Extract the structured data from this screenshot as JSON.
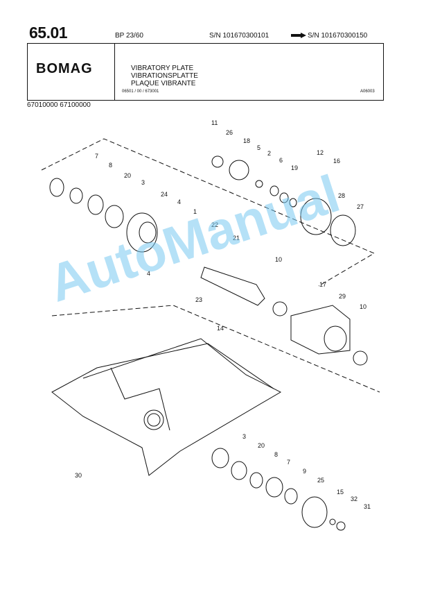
{
  "header": {
    "page_number": "65.01",
    "model": "BP 23/60",
    "serial_from": "S/N 101670300101",
    "serial_to": "S/N 101670300150",
    "brand": "BOMAG",
    "titles": [
      "VIBRATORY PLATE",
      "VIBRATIONSPLATTE",
      "PLAQUE VIBRANTE"
    ],
    "ref_code": "06501 / 00 / 673001",
    "drawing_code": "A06003",
    "part_range": "67010000   67100000"
  },
  "callouts": [
    "11",
    "26",
    "18",
    "5",
    "2",
    "6",
    "19",
    "12",
    "16",
    "7",
    "8",
    "20",
    "3",
    "24",
    "4",
    "1",
    "22",
    "28",
    "27",
    "21",
    "10",
    "17",
    "29",
    "23",
    "14",
    "4",
    "10",
    "30",
    "3",
    "20",
    "8",
    "7",
    "9",
    "25",
    "15",
    "32",
    "31"
  ],
  "watermark": "AutoManual"
}
